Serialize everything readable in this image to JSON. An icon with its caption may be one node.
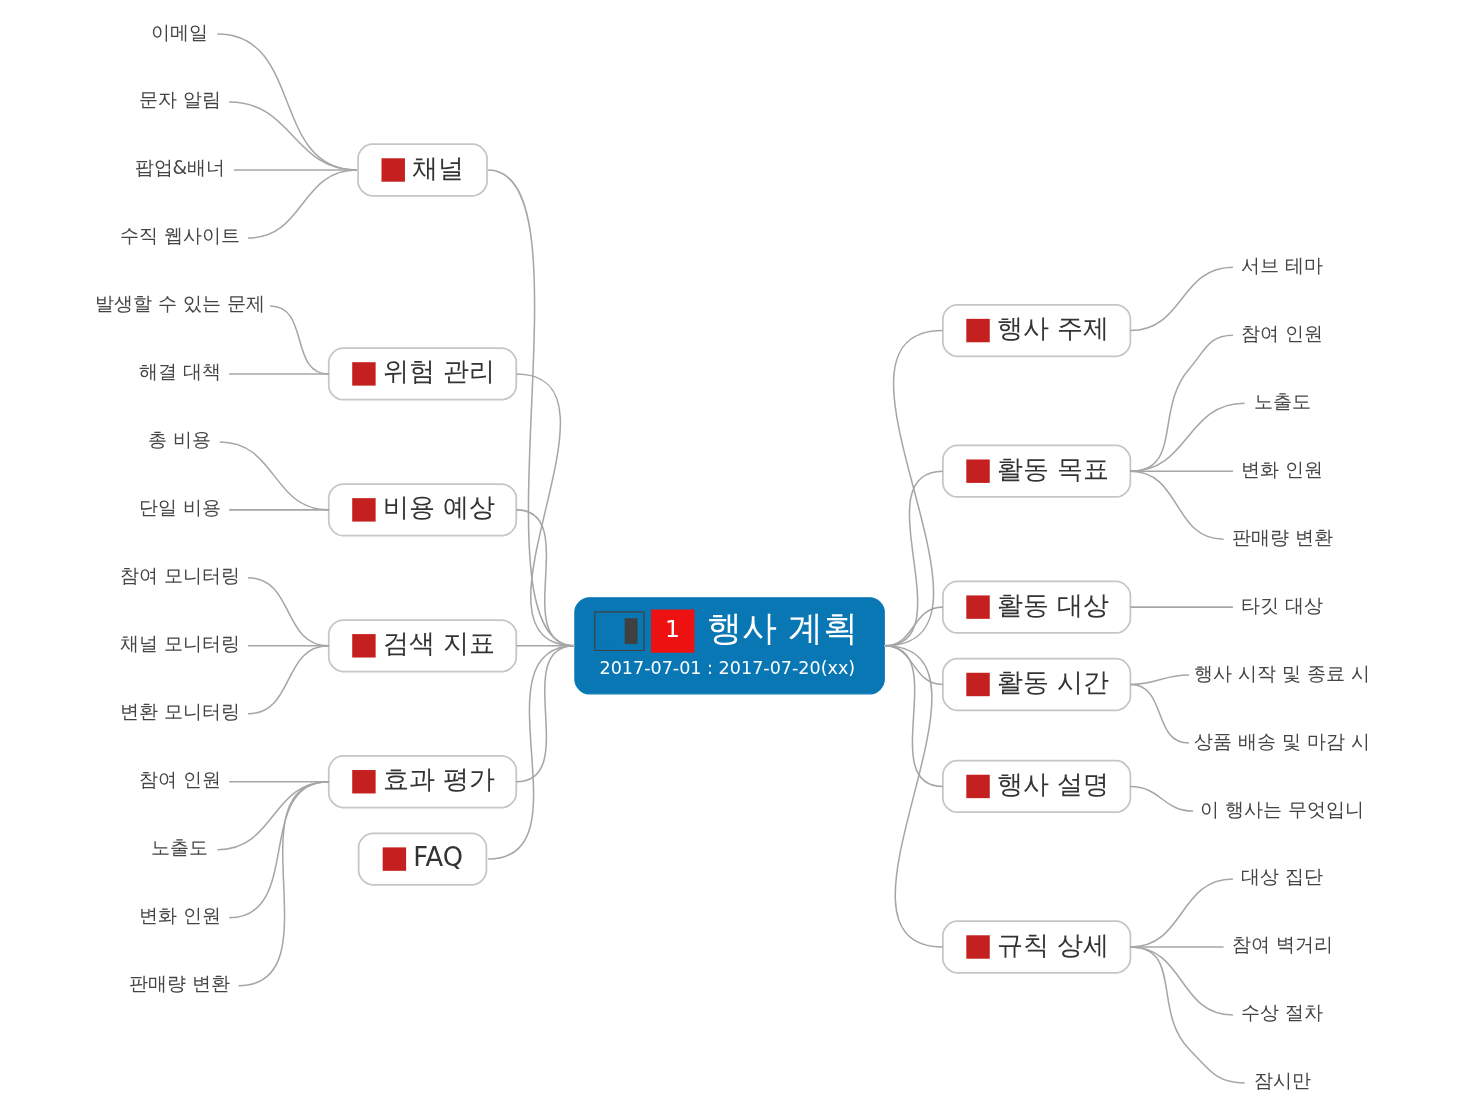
{
  "diagram": {
    "nodes": [
      {
        "text": [
          "1",
          "행사 계획",
          "2017-07-01 : 2017-07-20(xx)"
        ]
      },
      {
        "text": [
          "채널"
        ]
      },
      {
        "text": [
          "이메일"
        ]
      },
      {
        "text": [
          "문자 알림"
        ]
      },
      {
        "text": [
          "팝업&배너"
        ]
      },
      {
        "text": [
          "수직 웹사이트"
        ]
      },
      {
        "text": [
          "위험 관리"
        ]
      },
      {
        "text": [
          "발생할 수 있는 문제"
        ]
      },
      {
        "text": [
          "해결 대책"
        ]
      },
      {
        "text": [
          "비용 예상"
        ]
      },
      {
        "text": [
          "총 비용"
        ]
      },
      {
        "text": [
          "단일 비용"
        ]
      },
      {
        "text": [
          "검색 지표"
        ]
      },
      {
        "text": [
          "참여 모니터링"
        ]
      },
      {
        "text": [
          "채널 모니터링"
        ]
      },
      {
        "text": [
          "변환 모니터링"
        ]
      },
      {
        "text": [
          "효과 평가"
        ]
      },
      {
        "text": [
          "참여 인원"
        ]
      },
      {
        "text": [
          "노출도"
        ]
      },
      {
        "text": [
          "변화 인원"
        ]
      },
      {
        "text": [
          "판매량 변환"
        ]
      },
      {
        "text": [
          "FAQ"
        ]
      },
      {
        "text": [
          "행사 주제"
        ]
      },
      {
        "text": [
          "서브 테마"
        ]
      },
      {
        "text": [
          "활동 목표"
        ]
      },
      {
        "text": [
          "참여 인원"
        ]
      },
      {
        "text": [
          "노출도"
        ]
      },
      {
        "text": [
          "변화 인원"
        ]
      },
      {
        "text": [
          "판매량 변환"
        ]
      },
      {
        "text": [
          "활동 대상"
        ]
      },
      {
        "text": [
          "타깃 대상"
        ]
      },
      {
        "text": [
          "활동 시간"
        ]
      },
      {
        "text": [
          "행사 시작 및 종료 시"
        ]
      },
      {
        "text": [
          "상품 배송 및 마감 시"
        ]
      },
      {
        "text": [
          "행사 설명"
        ]
      },
      {
        "text": [
          "이 행사는 무엇입니"
        ]
      },
      {
        "text": [
          "규칙 상세"
        ]
      },
      {
        "text": [
          "대상 집단"
        ]
      },
      {
        "text": [
          "참여 벽거리"
        ]
      },
      {
        "text": [
          "수상 절차"
        ]
      },
      {
        "text": [
          "잠시만"
        ]
      }
    ],
    "edges": [
      {
        "from": 0,
        "to": 1,
        "arrow": "none"
      },
      {
        "from": 1,
        "to": 2,
        "arrow": "none"
      },
      {
        "from": 1,
        "to": 3,
        "arrow": "none"
      },
      {
        "from": 1,
        "to": 4,
        "arrow": "none"
      },
      {
        "from": 1,
        "to": 5,
        "arrow": "none"
      },
      {
        "from": 0,
        "to": 6,
        "arrow": "none"
      },
      {
        "from": 6,
        "to": 7,
        "arrow": "none"
      },
      {
        "from": 6,
        "to": 8,
        "arrow": "none"
      },
      {
        "from": 0,
        "to": 9,
        "arrow": "none"
      },
      {
        "from": 9,
        "to": 10,
        "arrow": "none"
      },
      {
        "from": 9,
        "to": 11,
        "arrow": "none"
      },
      {
        "from": 0,
        "to": 12,
        "arrow": "none"
      },
      {
        "from": 12,
        "to": 13,
        "arrow": "none"
      },
      {
        "from": 12,
        "to": 14,
        "arrow": "none"
      },
      {
        "from": 12,
        "to": 15,
        "arrow": "none"
      },
      {
        "from": 0,
        "to": 16,
        "arrow": "none"
      },
      {
        "from": 16,
        "to": 17,
        "arrow": "none"
      },
      {
        "from": 16,
        "to": 18,
        "arrow": "none"
      },
      {
        "from": 16,
        "to": 19,
        "arrow": "none"
      },
      {
        "from": 16,
        "to": 20,
        "arrow": "none"
      },
      {
        "from": 0,
        "to": 21,
        "arrow": "none"
      },
      {
        "from": 0,
        "to": 22,
        "arrow": "none"
      },
      {
        "from": 22,
        "to": 23,
        "arrow": "none"
      },
      {
        "from": 0,
        "to": 24,
        "arrow": "none"
      },
      {
        "from": 24,
        "to": 25,
        "arrow": "none"
      },
      {
        "from": 24,
        "to": 26,
        "arrow": "none"
      },
      {
        "from": 24,
        "to": 27,
        "arrow": "none"
      },
      {
        "from": 24,
        "to": 28,
        "arrow": "none"
      },
      {
        "from": 0,
        "to": 29,
        "arrow": "none"
      },
      {
        "from": 29,
        "to": 30,
        "arrow": "none"
      },
      {
        "from": 0,
        "to": 31,
        "arrow": "none"
      },
      {
        "from": 31,
        "to": 32,
        "arrow": "none"
      },
      {
        "from": 31,
        "to": 33,
        "arrow": "none"
      },
      {
        "from": 0,
        "to": 34,
        "arrow": "none"
      },
      {
        "from": 34,
        "to": 35,
        "arrow": "none"
      },
      {
        "from": 0,
        "to": 36,
        "arrow": "none"
      },
      {
        "from": 36,
        "to": 37,
        "arrow": "none"
      },
      {
        "from": 36,
        "to": 38,
        "arrow": "none"
      },
      {
        "from": 36,
        "to": 39,
        "arrow": "none"
      },
      {
        "from": 36,
        "to": 40,
        "arrow": "none"
      }
    ]
  }
}
